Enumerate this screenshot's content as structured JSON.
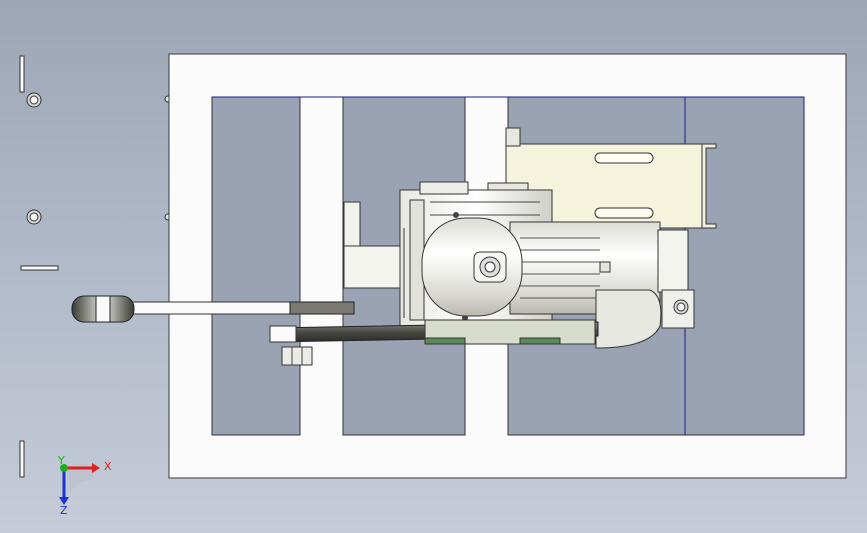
{
  "viewport": {
    "background_top": "#9ca6b6",
    "background_bottom": "#c6ccd8"
  },
  "colors": {
    "frame_fill": "#fbfbfb",
    "frame_stroke": "#3a3a3a",
    "panel_fill": "#99a3b4",
    "guide_line": "#1c1c8c",
    "bracket_fill": "#f5f3dc",
    "motor_fill": "#f4f4ef",
    "shadow_fill": "#60605a",
    "accent_green": "#5a8a5a"
  },
  "triad": {
    "x_label": "X",
    "y_label": "Y",
    "z_label": "Z",
    "x_color": "#e02020",
    "y_color": "#18b018",
    "z_color": "#2030d0"
  }
}
